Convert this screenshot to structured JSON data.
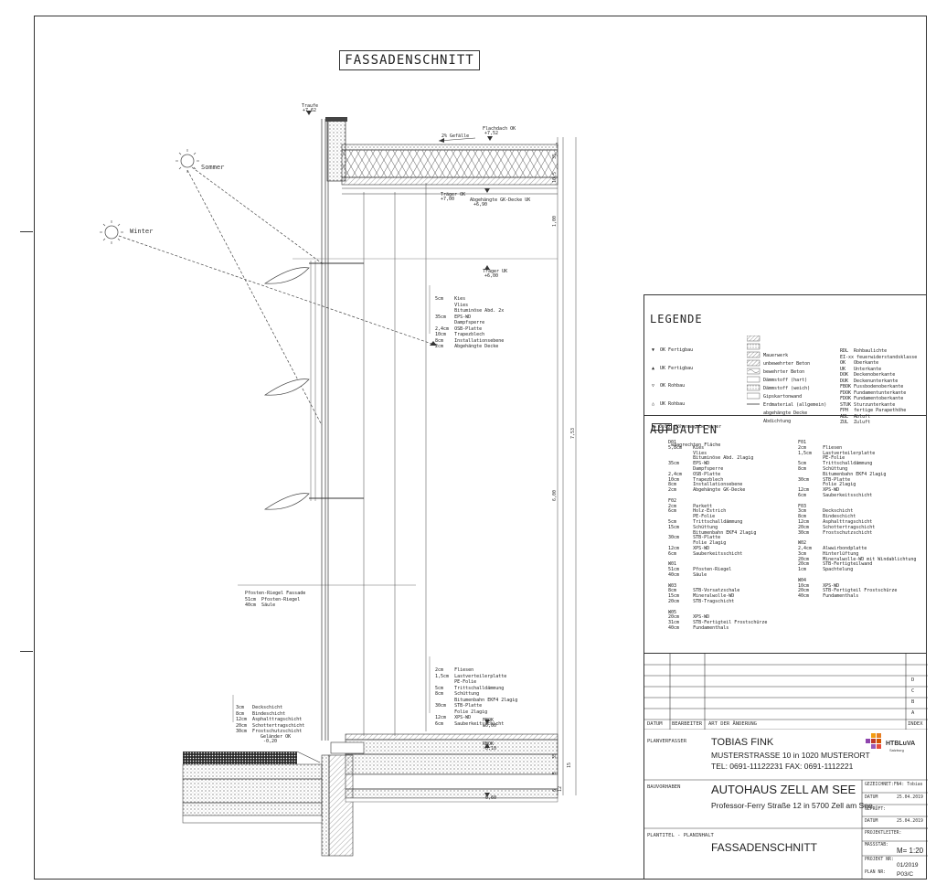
{
  "drawing_title": "FASSADENSCHNITT",
  "sun": {
    "summer": "Sommer",
    "winter": "Winter"
  },
  "levels": {
    "traufe": [
      "Traufe",
      "+7,62"
    ],
    "flachdach": [
      "Flachdach OK",
      "+7,52"
    ],
    "gefaelle": "2% Gefälle",
    "traeger_ok": [
      "Träger OK",
      "+7,00"
    ],
    "abgehaengte": [
      "Abgehängte GK-Decke UK",
      "+6,90"
    ],
    "traeger_uk": [
      "Träger UK",
      "+6,00"
    ],
    "gelaender": [
      "Geländer OK",
      "-0,20"
    ],
    "fbok": [
      "FBOK",
      "±0,00"
    ],
    "rbok": [
      "RBOK",
      "-0,10"
    ],
    "lower": "-0,60"
  },
  "roof_build": [
    "5cm    Kies",
    "       Vlies",
    "       Bituminöse Abd. 2x",
    "35cm   EPS-WD",
    "       Dampfsperre",
    "2,4cm  OSB-Platte",
    "10cm   Trapezblech",
    "8cm    Installationsebene",
    "2cm    Abgehängte Decke"
  ],
  "pfosten": [
    "Pfosten-Riegel Fassade",
    "51cm  Pfosten-Riegel",
    "40cm  Säule"
  ],
  "floor_build": [
    "2cm    Fliesen",
    "1,5cm  Lastverteilerplatte",
    "       PE-Folie",
    "5cm    Trittschalldämmung",
    "8cm    Schüttung",
    "       Bitumenbahn EKF4 2lagig",
    "30cm   STB-Platte",
    "       Folie 2lagig",
    "12cm   XPS-WD",
    "6cm    Sauberkeitsschicht"
  ],
  "ext_build": [
    "3cm   Deckschicht",
    "8cm   Bindeschicht",
    "12cm  Asphalttragschicht",
    "20cm  Schottertragschicht",
    "30cm  Frostschutzschicht"
  ],
  "dims_right": [
    "5",
    "35",
    "10,5",
    "1,00",
    "7,53",
    "6,00",
    "35",
    "25",
    "15",
    "6",
    "12"
  ],
  "legend": {
    "heading": "LEGENDE",
    "markers": [
      "OK Fertigbau",
      "UK Fertigbau",
      "OK Rohbau",
      "UK Rohbau",
      "Höhenangabe einer",
      "waagrechten Fläche"
    ],
    "marker_sample": "± 0,00",
    "hatches": [
      "Mauerwerk",
      "unbewehrter Beton",
      "bewehrter Beton",
      "Dämmstoff (hart)",
      "Dämmstoff (weich)",
      "Gipskartonwand",
      "Erdmaterial (allgemein)",
      "abgehängte Decke",
      "Abdichtung"
    ],
    "abbrev": [
      "RDL  Rohbaulichte",
      "EI-xx feuerwiderstandsklasse",
      "OK   Oberkante",
      "UK   Unterkante",
      "DOK  Deckenoberkante",
      "DUK  Deckenunterkante",
      "FBOK Fussbodenoberkante",
      "FDOK Fundamentunterkante",
      "FDOK Fundamentoberkante",
      "STUK Sturzunterkante",
      "FPH  fertige Parapethöhe",
      "ABL  Abluft",
      "ZUL  Zuluft"
    ]
  },
  "aufbauten": {
    "heading": "AUFBAUTEN",
    "col1": [
      "D01",
      "5,8cm    Kies",
      "         Vlies",
      "         Bituminöse Abd. 2lagig",
      "35cm     EPS-WD",
      "         Dampfsperre",
      "2,4cm    OSB-Platte",
      "10cm     Trapezblech",
      "8cm      Installationsebene",
      "2cm      Abgehängte GK-Decke",
      "",
      "F02",
      "2cm      Parkett",
      "6cm      Holz-Estrich",
      "         PE-Folie",
      "5cm      Trittschalldämmung",
      "15cm     Schüttung",
      "         Bitumenbahn EKF4 2lagig",
      "30cm     STB-Platte",
      "         Folie 2lagig",
      "12cm     XPS-WD",
      "6cm      Sauberkeitsschicht",
      "",
      "W01",
      "51cm     Pfosten-Riegel",
      "40cm     Säule",
      "",
      "W03",
      "8cm      STB-Vorsatzschale",
      "15cm     Mineralwolle-WD",
      "20cm     STB-Tragschicht",
      "",
      "W05",
      "20cm     XPS-WD",
      "31cm     STB-Fertigteil Frostschürze",
      "40cm     Fundamenthals"
    ],
    "col2": [
      "F01",
      "2cm      Fliesen",
      "1,5cm    Lastverteilerplatte",
      "         PE-Folie",
      "5cm      Trittschalldämmung",
      "8cm      Schüttung",
      "         Bitumenbahn EKF4 2lagig",
      "30cm     STB-Platte",
      "         Folie 2lagig",
      "12cm     XPS-WD",
      "6cm      Sauberkeitsschicht",
      "",
      "F03",
      "3cm      Deckschicht",
      "8cm      Bindeschicht",
      "12cm     Asphalttragschicht",
      "20cm     Schottertragschicht",
      "30cm     Frostschutzschicht",
      "",
      "W02",
      "2,4cm    Alwwirbondplatte",
      "3cm      Hinterlüftung",
      "20cm     Mineralwolle-WD mit Windablichtung",
      "20cm     STB-Fertigteilwand",
      "1cm      Spachtelung",
      "",
      "W04",
      "10cm     XPS-WD",
      "20cm     STB-Fertigteil Frostschürze",
      "40cm     Fundamenthals"
    ]
  },
  "revision": {
    "rows": [
      "D",
      "C",
      "B",
      "A"
    ],
    "headers": [
      "DATUM",
      "BEARBEITER",
      "ART DER ÄNDERUNG",
      "INDEX"
    ]
  },
  "titleblock": {
    "planverfasser_label": "PLANVERFASSER",
    "name": "TOBIAS FINK",
    "address": "MUSTERSTRASSE 10 in 1020 MUSTERORT",
    "tel": "TEL: 0691-11122231 FAX: 0691-1112221",
    "logo": "HTBLuVA",
    "logo_sub": "Salzburg",
    "bauvorhaben_label": "BAUVORHABEN",
    "project": "AUTOHAUS ZELL AM SEE",
    "project_address": "Professor-Ferry Straße 12 in 5700 Zell am See",
    "gezeichnet": "GEZEICHNET:FN4: Tobias",
    "datum1": "DATUM",
    "date1": "25.04.2019",
    "geprueft": "GEPRÜFT:",
    "datum2": "DATUM",
    "date2": "25.04.2019",
    "projektleiter": "PROJEKTLEITER:",
    "plantitel_label": "PLANTITEL - PLANINHALT",
    "plantitel": "FASSADENSCHNITT",
    "massstab_label": "MASSSTAB:",
    "massstab": "M= 1:20",
    "projektnr_label": "PROJEKT NR:",
    "projektnr": "01/2019",
    "plannr_label": "PLAN NR:",
    "plannr": "P03/C"
  }
}
